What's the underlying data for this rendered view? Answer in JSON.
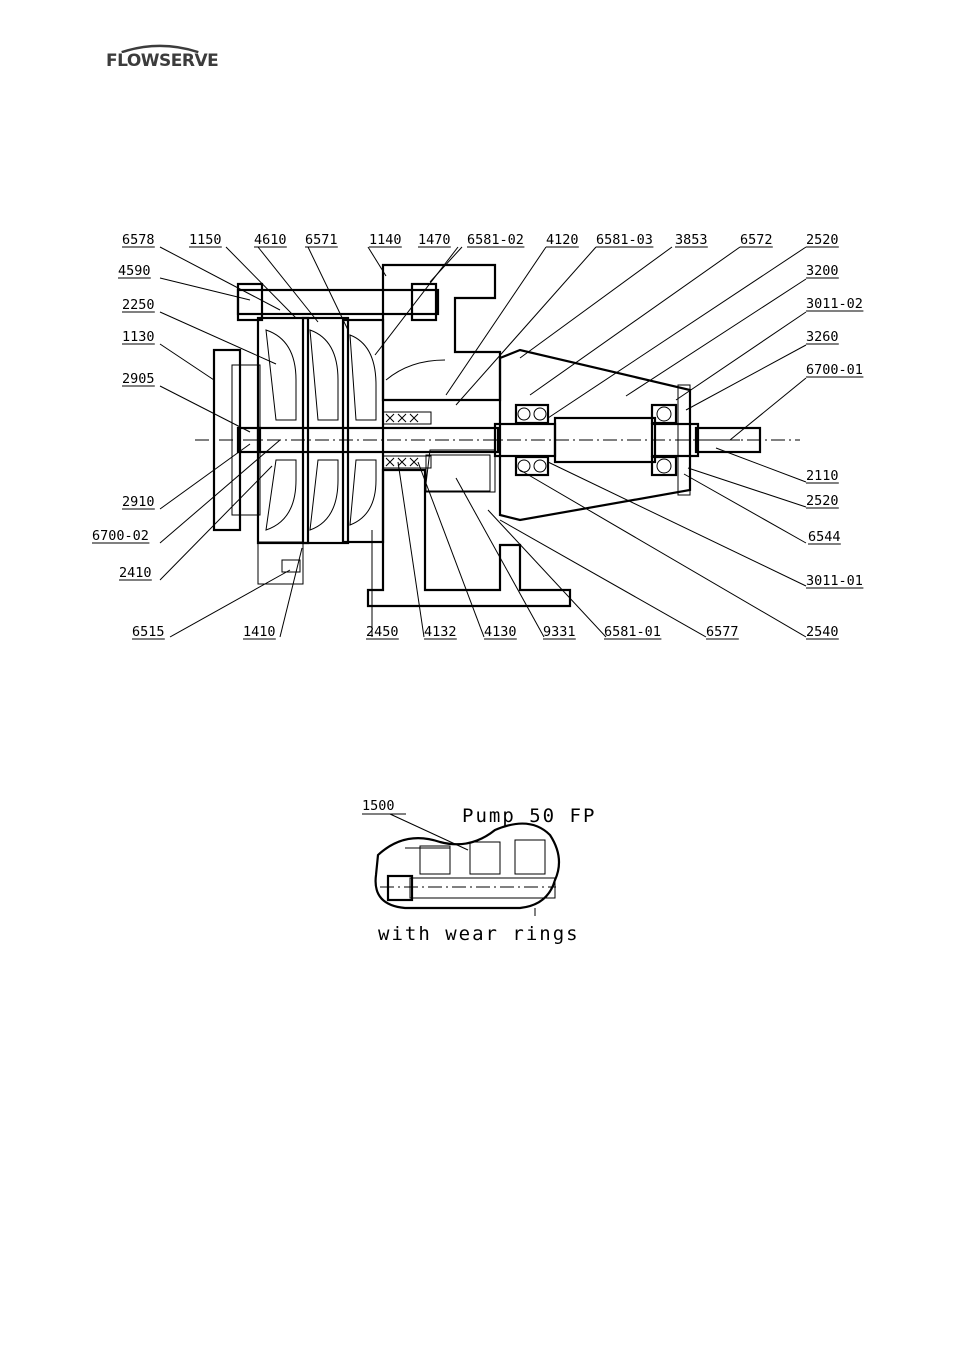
{
  "brand": {
    "name": "FLOWSERVE"
  },
  "diagram": {
    "labels_top": [
      "6578",
      "1150",
      "4610",
      "6571",
      "1140",
      "1470",
      "6581-02",
      "4120",
      "6581-03",
      "3853",
      "6572",
      "2520"
    ],
    "labels_left": [
      "4590",
      "2250",
      "1130",
      "2905",
      "2910",
      "6700-02",
      "2410"
    ],
    "labels_right": [
      "3200",
      "3011-02",
      "3260",
      "6700-01",
      "2110",
      "2520",
      "6544",
      "3011-01",
      "2540"
    ],
    "labels_bottom": [
      "6515",
      "1410",
      "2450",
      "4132",
      "4130",
      "9331",
      "6581-01",
      "6577"
    ]
  },
  "detail": {
    "part_label": "1500",
    "title": "Pump 50 FP",
    "caption": "with wear rings"
  }
}
